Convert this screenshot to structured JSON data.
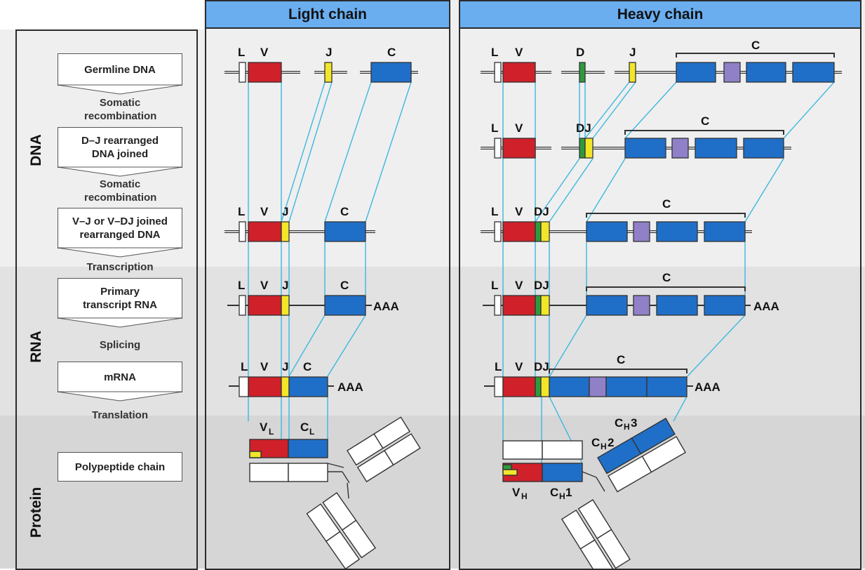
{
  "panels": {
    "light": {
      "title": "Light chain"
    },
    "heavy": {
      "title": "Heavy chain"
    }
  },
  "sections": {
    "dna": "DNA",
    "rna": "RNA",
    "protein": "Protein"
  },
  "stages": [
    {
      "id": "germline",
      "label": "Germline DNA"
    },
    {
      "id": "dj",
      "label": "D–J rearranged DNA joined"
    },
    {
      "id": "vdj",
      "label": "V–J or V–DJ joined rearranged DNA"
    },
    {
      "id": "primary",
      "label": "Primary transcript RNA"
    },
    {
      "id": "mrna",
      "label": "mRNA"
    },
    {
      "id": "poly",
      "label": "Polypeptide chain"
    }
  ],
  "steps": {
    "somatic1": "Somatic recombination",
    "somatic2": "Somatic recombination",
    "transcription": "Transcription",
    "splicing": "Splicing",
    "translation": "Translation"
  },
  "segments": {
    "L": "L",
    "V": "V",
    "D": "D",
    "J": "J",
    "C": "C",
    "DJ": "DJ",
    "polyA": "AAA"
  },
  "protein_labels": {
    "VL": "V",
    "VL_sub": "L",
    "CL": "C",
    "CL_sub": "L",
    "VH": "V",
    "VH_sub": "H",
    "CH1": "C",
    "CH1_sub": "H",
    "CH1_num": "1",
    "CH2": "C",
    "CH2_sub": "H",
    "CH2_num": "2",
    "CH3": "C",
    "CH3_sub": "H",
    "CH3_num": "3"
  },
  "colors": {
    "V": "#d0202a",
    "J": "#f2e629",
    "D": "#2e9a3e",
    "C": "#1f6fc8",
    "C_alt": "#9080c8",
    "connector": "#3cb8e0",
    "header": "#6aaef0",
    "band_dna": "#efefef",
    "band_rna": "#e2e2e2",
    "band_protein": "#d6d6d6"
  }
}
